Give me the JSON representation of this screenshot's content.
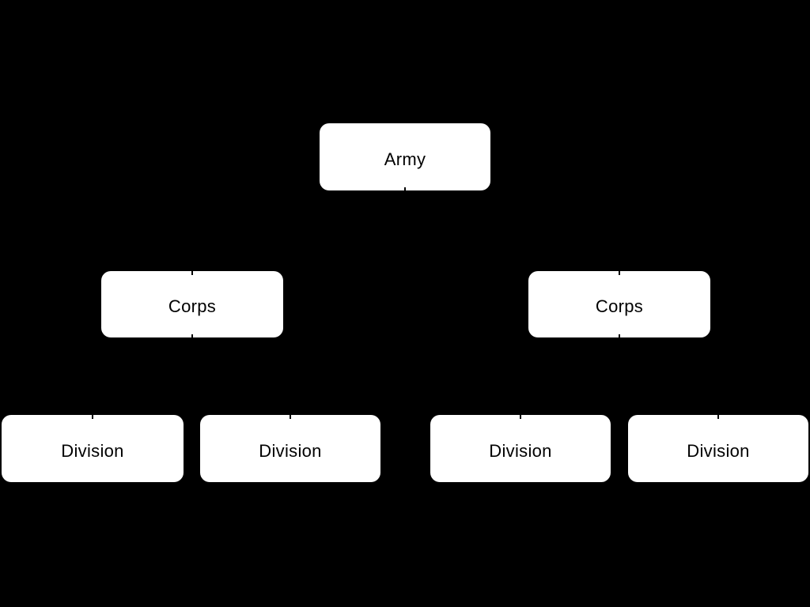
{
  "diagram": {
    "type": "org-chart",
    "description": "Military hierarchy tree: one Army commanding two Corps, each Corps commanding two Divisions",
    "colors": {
      "background": "#000000",
      "box_fill": "#ffffff",
      "box_text": "#000000",
      "edge": "#000000"
    },
    "nodes": {
      "army": {
        "label": "Army",
        "level": 1
      },
      "corps_left": {
        "label": "Corps",
        "level": 2,
        "parent": "Army"
      },
      "corps_right": {
        "label": "Corps",
        "level": 2,
        "parent": "Army"
      },
      "division_1": {
        "label": "Division",
        "level": 3,
        "parent": "Corps"
      },
      "division_2": {
        "label": "Division",
        "level": 3,
        "parent": "Corps"
      },
      "division_3": {
        "label": "Division",
        "level": 3,
        "parent": "Corps"
      },
      "division_4": {
        "label": "Division",
        "level": 3,
        "parent": "Corps"
      }
    }
  }
}
